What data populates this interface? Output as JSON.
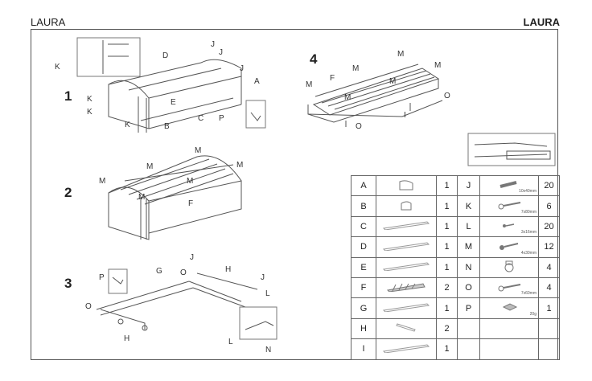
{
  "header": {
    "left": "LAURA",
    "right": "LAURA"
  },
  "steps": [
    "1",
    "2",
    "3",
    "4"
  ],
  "callouts": {
    "s1": [
      "K",
      "J",
      "D",
      "J",
      "J",
      "A",
      "K",
      "E",
      "K",
      "C",
      "B",
      "P",
      "K"
    ],
    "s2": [
      "M",
      "M",
      "M",
      "M",
      "M",
      "M",
      "F"
    ],
    "s3": [
      "P",
      "G",
      "J",
      "H",
      "O",
      "J",
      "O",
      "H",
      "L",
      "L",
      "N"
    ],
    "s4": [
      "M",
      "M",
      "M",
      "F",
      "M",
      "M",
      "M",
      "O",
      "I",
      "O"
    ]
  },
  "parts_left": [
    {
      "letter": "A",
      "qty": "1",
      "icon": "headboard-panel-icon"
    },
    {
      "letter": "B",
      "qty": "1",
      "icon": "side-panel-icon"
    },
    {
      "letter": "C",
      "qty": "1",
      "icon": "long-rail-icon"
    },
    {
      "letter": "D",
      "qty": "1",
      "icon": "long-rail-icon"
    },
    {
      "letter": "E",
      "qty": "1",
      "icon": "long-rail-icon"
    },
    {
      "letter": "F",
      "qty": "2",
      "icon": "slat-frame-icon"
    },
    {
      "letter": "G",
      "qty": "1",
      "icon": "long-rail-icon"
    },
    {
      "letter": "H",
      "qty": "2",
      "icon": "short-rail-icon"
    },
    {
      "letter": "I",
      "qty": "1",
      "icon": "long-rail-icon"
    }
  ],
  "parts_right": [
    {
      "letter": "J",
      "qty": "20",
      "size": "10x40mm",
      "icon": "dowel-icon"
    },
    {
      "letter": "K",
      "qty": "6",
      "size": "7x80mm",
      "icon": "bolt-icon"
    },
    {
      "letter": "L",
      "qty": "20",
      "size": "3x16mm",
      "icon": "small-screw-icon"
    },
    {
      "letter": "M",
      "qty": "12",
      "size": "4x30mm",
      "icon": "screw-icon"
    },
    {
      "letter": "N",
      "qty": "4",
      "size": "",
      "icon": "caster-wheel-icon"
    },
    {
      "letter": "O",
      "qty": "4",
      "size": "7x60mm",
      "icon": "bolt-icon"
    },
    {
      "letter": "P",
      "qty": "1",
      "size": "20g",
      "icon": "glue-pack-icon"
    }
  ]
}
